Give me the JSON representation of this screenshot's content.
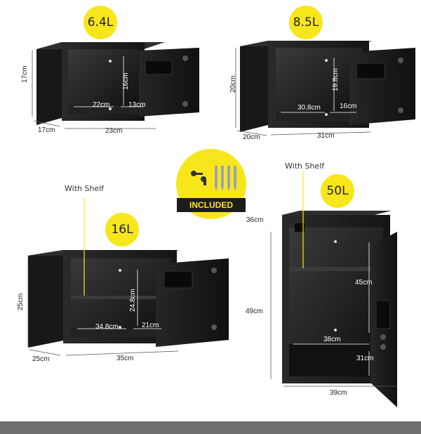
{
  "products": [
    {
      "capacity": "6.4L",
      "height": "17cm",
      "depth": "17cm",
      "width": "23cm",
      "inner_width": "22cm",
      "inner_depth": "13cm",
      "inner_height": "16cm"
    },
    {
      "capacity": "8.5L",
      "height": "20cm",
      "depth": "20cm",
      "width": "31cm",
      "inner_width": "30.8cm",
      "inner_depth": "16cm",
      "inner_height": "19.8cm"
    },
    {
      "capacity": "16L",
      "shelf_label": "With Shelf",
      "height": "25cm",
      "depth": "25cm",
      "width": "35cm",
      "inner_width": "34.8cm",
      "inner_depth": "21cm",
      "inner_height": "24.8cm"
    },
    {
      "capacity": "50L",
      "shelf_label": "With Shelf",
      "depth": "36cm",
      "height": "49cm",
      "width": "39cm",
      "inner_height": "45cm",
      "inner_width": "38cm",
      "inner_depth": "31cm"
    }
  ],
  "included": {
    "label": "INCLUDED",
    "badge_color": "#f8e61c"
  },
  "colors": {
    "safe_body": "#1e1e1e",
    "accent": "#f8e61c"
  }
}
